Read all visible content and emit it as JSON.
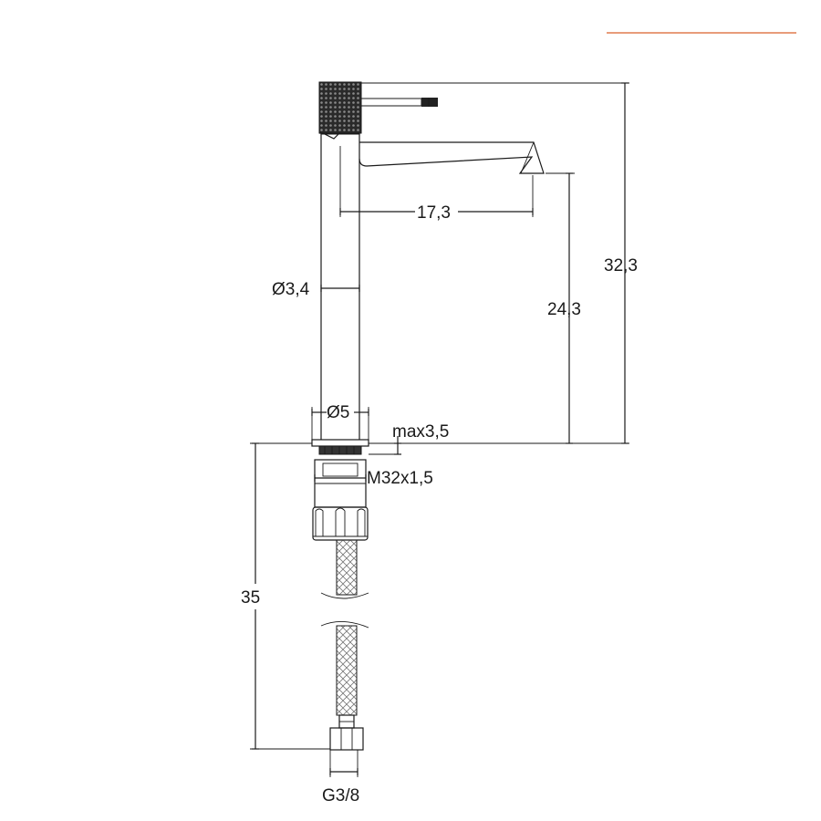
{
  "accent_color": "#e07b4f",
  "dimensions": {
    "spout_reach": "17,3",
    "total_height": "32,3",
    "spout_height": "24,3",
    "body_diameter": "Ø3,4",
    "base_diameter": "Ø5",
    "max_deck_thickness": "max3,5",
    "thread": "M32x1,5",
    "hose_length": "35",
    "hose_connection": "G3/8"
  }
}
